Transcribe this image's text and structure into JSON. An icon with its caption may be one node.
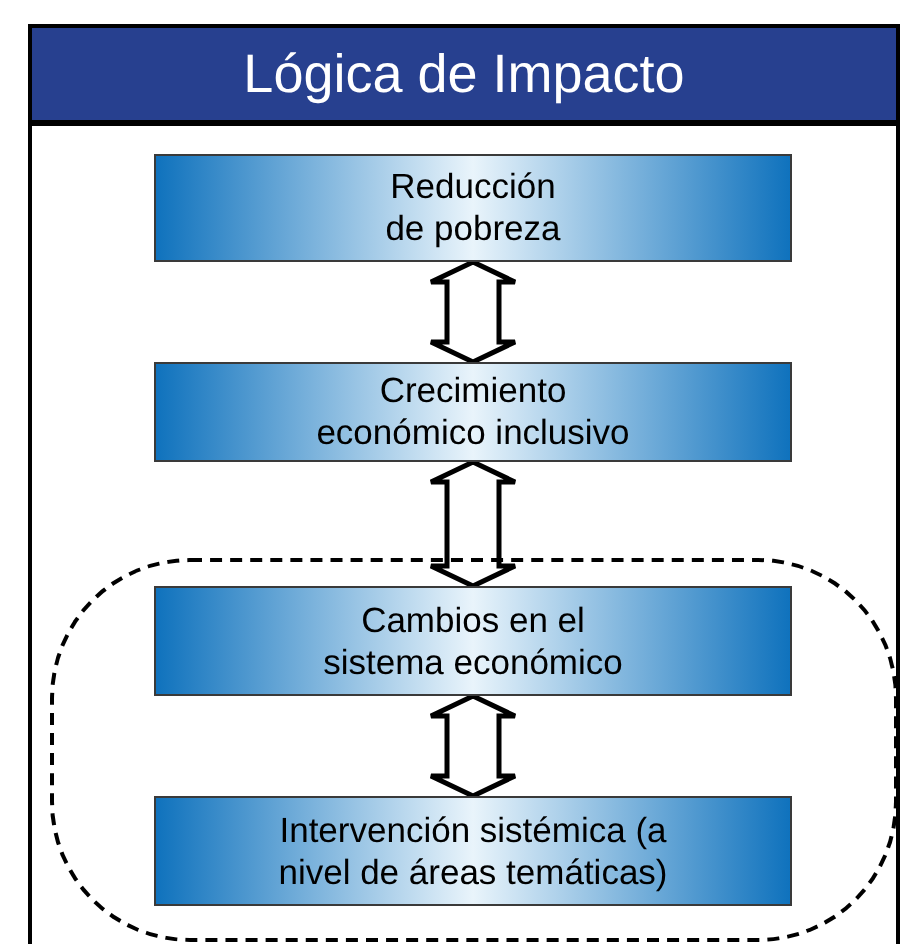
{
  "diagram": {
    "nodes": [
      {
        "text": [
          "Lógica de Impacto"
        ]
      },
      {
        "text": [
          "Reducción de pobreza"
        ],
        "in": 0
      },
      {
        "text": [
          "Crecimiento económico inclusivo"
        ],
        "in": 0
      },
      {
        "text": [],
        "shape": "box",
        "in": 0
      },
      {
        "text": [
          "Cambios en el sistema económico"
        ],
        "in": 3
      },
      {
        "text": [
          "Intervención sistémica (a nivel de áreas temáticas)"
        ],
        "in": 3
      }
    ],
    "edges": [
      {
        "from": 1,
        "to": 2,
        "arrow": "both"
      },
      {
        "from": 2,
        "to": 4,
        "arrow": "both"
      },
      {
        "from": 4,
        "to": 5,
        "arrow": "both"
      }
    ]
  }
}
